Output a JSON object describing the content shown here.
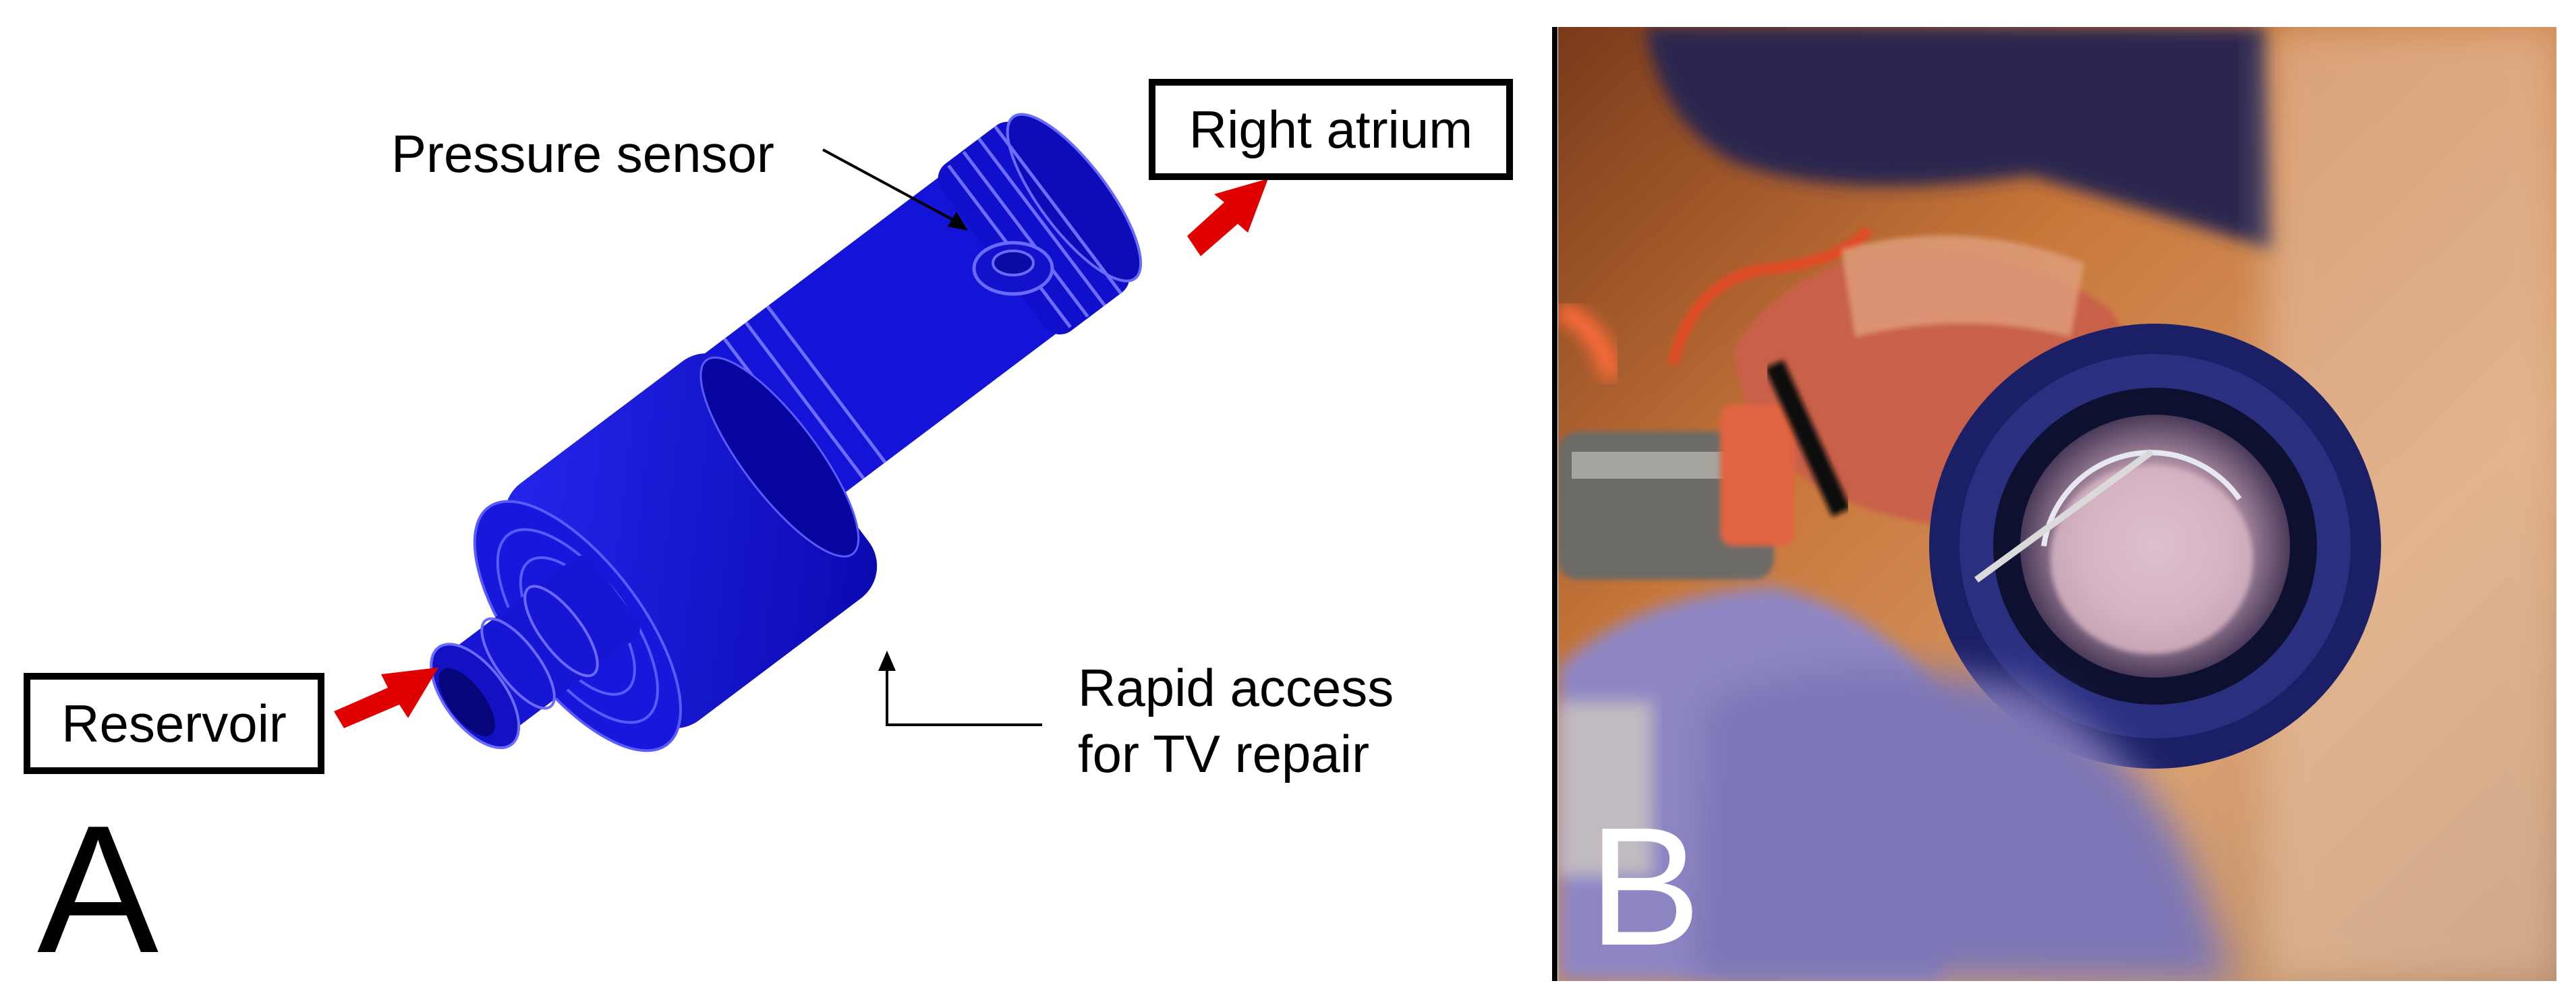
{
  "panel_a": {
    "letter": "A",
    "labels": {
      "reservoir": "Reservoir",
      "right_atrium": "Right atrium",
      "pressure_sensor": "Pressure sensor",
      "rapid_access_line1": "Rapid access",
      "rapid_access_line2": "for TV repair"
    },
    "colors": {
      "part": "#1010d6",
      "part_dark": "#0a0aa8",
      "part_light": "#2a2af0",
      "flow_arrow": "#e00000"
    },
    "icons": [
      "red-flow-arrow",
      "blue-3d-cad-adapter"
    ]
  },
  "panel_b": {
    "letter": "B",
    "icons": [
      "photo-of-heart-with-adapter",
      "blue-gloved-hands"
    ],
    "colors": {
      "ring": "#1a237e",
      "tissue": "#d9826a",
      "glove": "#8e86c4"
    }
  }
}
